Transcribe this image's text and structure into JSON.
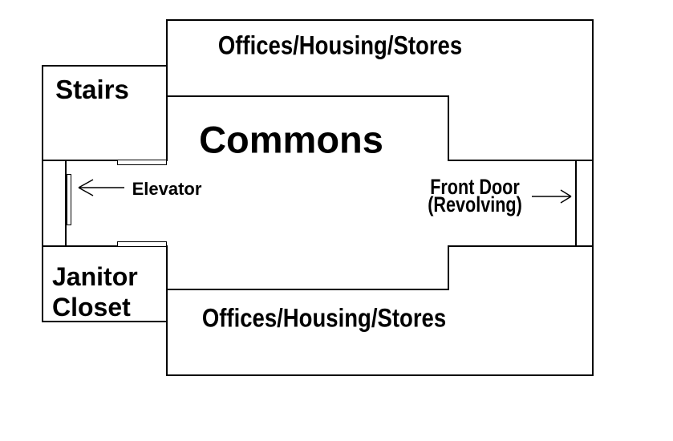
{
  "diagram_type": "floor-plan",
  "colors": {
    "wall": "#000000",
    "background": "#ffffff",
    "text": "#000000"
  },
  "rooms": {
    "offices_top": {
      "label": "Offices/Housing/Stores"
    },
    "stairs": {
      "label": "Stairs"
    },
    "commons": {
      "label": "Commons"
    },
    "janitor_closet": {
      "lines": [
        "Janitor",
        "Closet"
      ]
    },
    "offices_bottom": {
      "label": "Offices/Housing/Stores"
    }
  },
  "annotations": {
    "elevator": {
      "label": "Elevator",
      "arrow_direction": "left"
    },
    "front_door": {
      "lines": [
        "Front Door",
        "(Revolving)"
      ],
      "arrow_direction": "right"
    }
  }
}
